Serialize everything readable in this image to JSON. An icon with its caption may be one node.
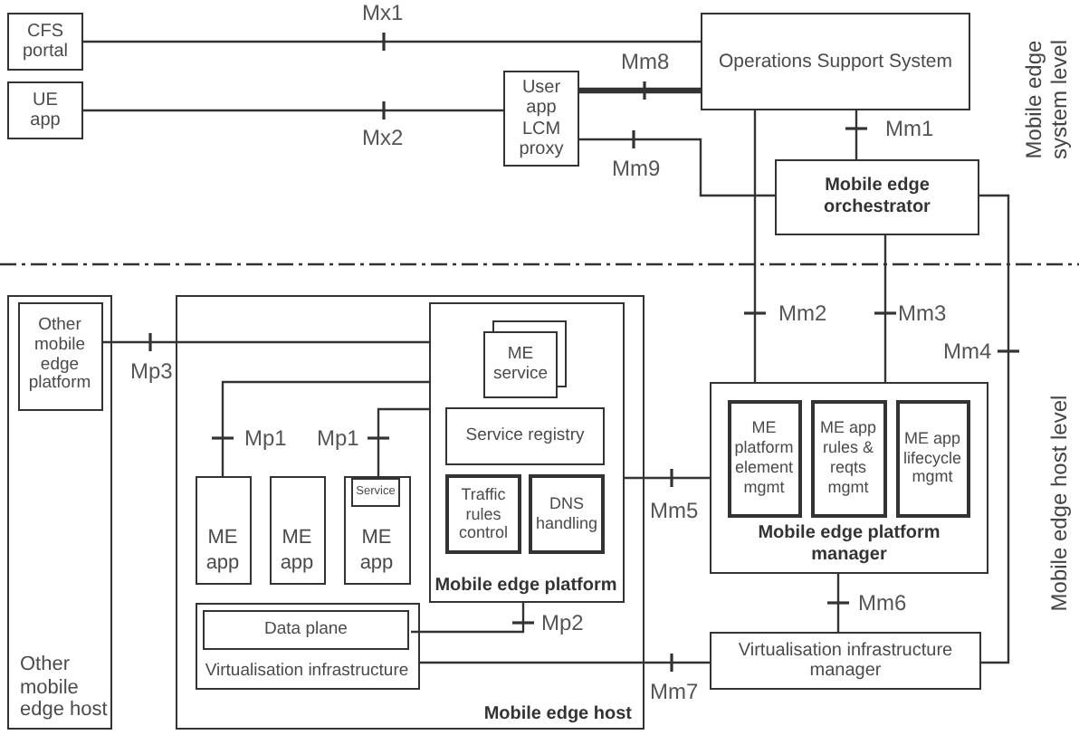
{
  "diagram": {
    "nodes": [
      {
        "text": [
          "CFS portal"
        ]
      },
      {
        "text": [
          "UE app"
        ]
      },
      {
        "text": [
          "User app LCM proxy"
        ]
      },
      {
        "text": [
          "Operations Support System"
        ]
      },
      {
        "text": [
          "Mobile edge orchestrator"
        ]
      },
      {
        "text": [
          "Other mobile edge host"
        ]
      },
      {
        "text": [
          "Other mobile edge platform"
        ],
        "in": 5
      },
      {
        "text": [
          "Mobile edge host"
        ]
      },
      {
        "text": [
          "Mobile edge platform"
        ],
        "in": 7
      },
      {
        "text": [
          "ME service"
        ],
        "in": 8
      },
      {
        "text": [
          "Service registry"
        ],
        "in": 8
      },
      {
        "text": [
          "Traffic rules control"
        ],
        "in": 8
      },
      {
        "text": [
          "DNS handling"
        ],
        "in": 8
      },
      {
        "text": [
          "ME app"
        ],
        "in": 7
      },
      {
        "text": [
          "ME app"
        ],
        "in": 7
      },
      {
        "text": [
          "ME app"
        ],
        "in": 7
      },
      {
        "text": [
          "Service"
        ],
        "in": 15
      },
      {
        "text": [
          "Virtualisation infrastructure"
        ],
        "in": 7
      },
      {
        "text": [
          "Data plane"
        ],
        "in": 17
      },
      {
        "text": [
          "Mobile edge platform manager"
        ]
      },
      {
        "text": [
          "ME platform element mgmt"
        ],
        "in": 19
      },
      {
        "text": [
          "ME app rules & reqts mgmt"
        ],
        "in": 19
      },
      {
        "text": [
          "ME app lifecycle mgmt"
        ],
        "in": 19
      },
      {
        "text": [
          "Virtualisation infrastructure manager"
        ]
      }
    ],
    "edges": [
      {
        "from": 0,
        "to": 3,
        "arrow": "none",
        "label": "Mx1"
      },
      {
        "from": 1,
        "to": 2,
        "arrow": "none",
        "label": "Mx2"
      },
      {
        "from": 2,
        "to": 3,
        "arrow": "none",
        "label": "Mm8",
        "style": "thick"
      },
      {
        "from": 2,
        "to": 4,
        "arrow": "none",
        "label": "Mm9"
      },
      {
        "from": 3,
        "to": 4,
        "arrow": "none",
        "label": "Mm1"
      },
      {
        "from": 3,
        "to": 19,
        "arrow": "none",
        "label": "Mm2"
      },
      {
        "from": 4,
        "to": 19,
        "arrow": "none",
        "label": "Mm3"
      },
      {
        "from": 4,
        "to": 23,
        "arrow": "none",
        "label": "Mm4"
      },
      {
        "from": 6,
        "to": 8,
        "arrow": "none",
        "label": "Mp3"
      },
      {
        "from": 13,
        "to": 8,
        "arrow": "none",
        "label": "Mp1"
      },
      {
        "from": 16,
        "to": 8,
        "arrow": "none",
        "label": "Mp1"
      },
      {
        "from": 18,
        "to": 8,
        "arrow": "none",
        "label": "Mp2"
      },
      {
        "from": 8,
        "to": 19,
        "arrow": "none",
        "label": "Mm5"
      },
      {
        "from": 17,
        "to": 23,
        "arrow": "none",
        "label": "Mm7"
      },
      {
        "from": 19,
        "to": 23,
        "arrow": "none",
        "label": "Mm6"
      }
    ],
    "labels": [
      "Mobile edge system level",
      "Mobile edge host level"
    ]
  }
}
